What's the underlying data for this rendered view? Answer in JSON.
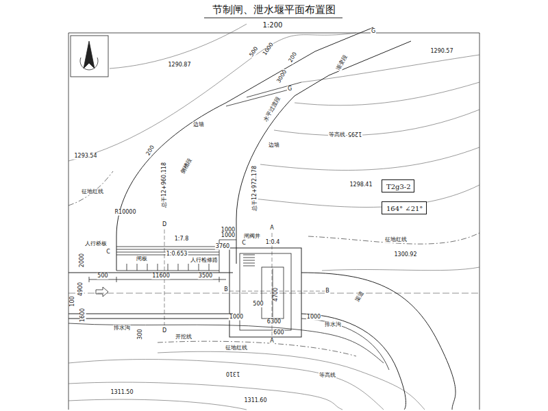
{
  "diagram": {
    "title": "节制闸、泄水堰平面布置图",
    "caption": "1:200",
    "nodes": [
      {
        "text": [
          "T2g3-2"
        ]
      },
      {
        "text": [
          "164° ∠21°"
        ]
      }
    ],
    "labels": [
      "G",
      "G",
      "1290.57",
      "1290.87",
      "500",
      "1000",
      "200",
      "3000",
      "渐变段",
      "水平过渡段",
      "1293.54",
      "边墙",
      "边墙",
      "等高线",
      "1295",
      "200",
      "侧槽段",
      "总干12+960.118",
      "总干12+972.178",
      "R10000",
      "征地红线",
      "1298.41",
      "征地红线",
      "1300.92",
      "D",
      "1:7.8",
      "C",
      "人行桥板",
      "闸板",
      "1:0.653",
      "人行检修路",
      "1000",
      "1000",
      "3760",
      "闸阀井",
      "A",
      "1:0.4",
      "C",
      "2000",
      "500",
      "11600",
      "3500",
      "4900",
      "100",
      "B",
      "B",
      "渠道",
      "4700",
      "500",
      "6300",
      "600",
      "1000",
      "1000",
      "1600",
      "排水沟",
      "D",
      "300",
      "开挖线",
      "排水沟",
      "A",
      "征地红线",
      "1310",
      "等高线",
      "1311.50",
      "1311.60"
    ]
  }
}
